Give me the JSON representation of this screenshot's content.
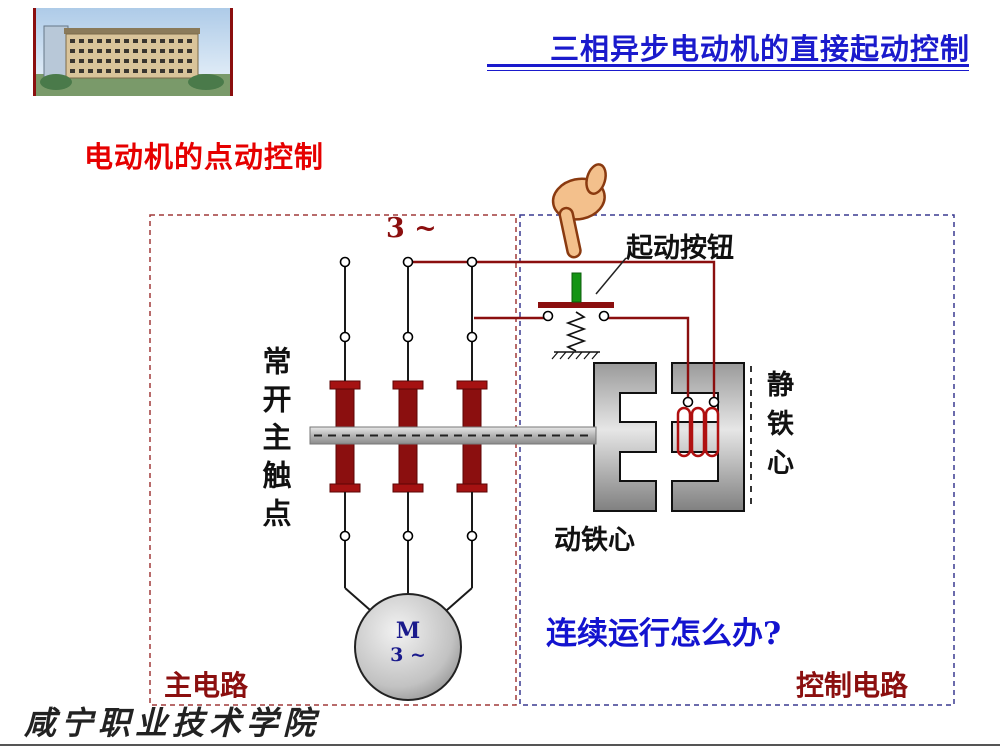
{
  "header": {
    "title": "三相异步电动机的直接起动控制"
  },
  "heading": "电动机的点动控制",
  "diagram": {
    "phase_label": "3 ~",
    "contact_label": "常开主触点",
    "start_button_label": "起动按钮",
    "moving_core_label": "动铁心",
    "static_core_label": "静铁心",
    "motor_letter": "M",
    "motor_phase": "3 ~",
    "question": "连续运行怎么办?",
    "main_circuit_label": "主电路",
    "control_circuit_label": "控制电路"
  },
  "footer": {
    "school_name": "咸宁职业技术学院"
  },
  "colors": {
    "title_blue": "#1a1acc",
    "heading_red": "#e60000",
    "wire_dark_red": "#8b0f0f",
    "question_blue": "#1313cf",
    "motor_text_blue": "#1a1a8c",
    "main_box_dash": "#a03a3a",
    "control_box_dash": "#3a3a90"
  }
}
